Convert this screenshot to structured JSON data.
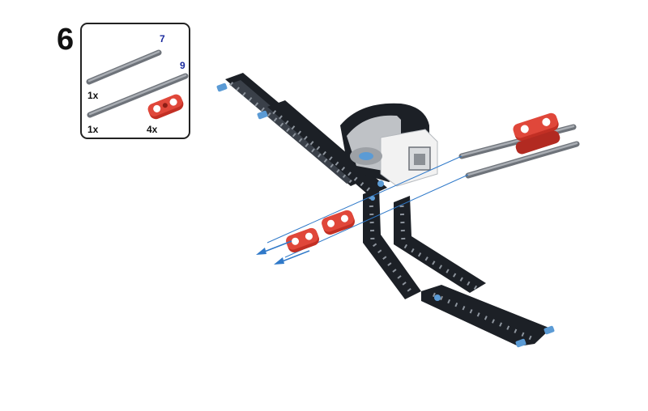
{
  "step": {
    "number": "6"
  },
  "parts_list": {
    "items": [
      {
        "name": "axle",
        "quantity": "1x",
        "length": "7"
      },
      {
        "name": "axle",
        "quantity": "1x",
        "length": "9"
      },
      {
        "name": "cross-block",
        "quantity": "4x",
        "length": ""
      }
    ]
  },
  "colors": {
    "beam": "#1c2026",
    "axle": "#8a8f96",
    "connector_red": "#d8372a",
    "pin_blue": "#5b9bd5",
    "motor_white": "#f2f2f2",
    "motor_grey": "#bfc2c6",
    "arrow_blue": "#2f79c9",
    "length_label": "#1a2a9e"
  }
}
